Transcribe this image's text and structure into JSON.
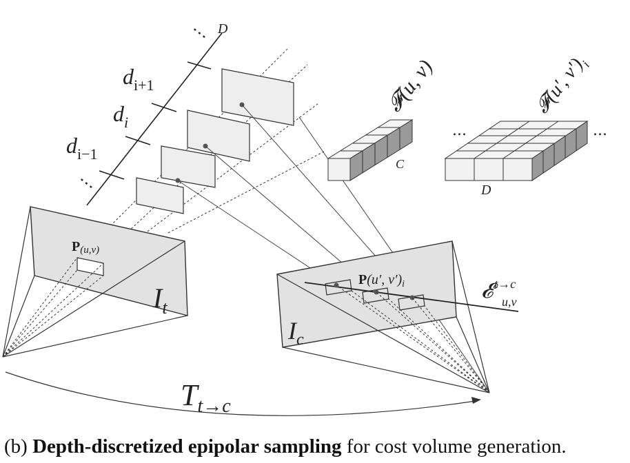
{
  "labels": {
    "dots_top": "⋮",
    "D_top": "D",
    "d_next": "d",
    "d_next_sub": "i+1",
    "d_i": "d",
    "d_i_sub": "i",
    "d_prev": "d",
    "d_prev_sub": "i−1",
    "dots_bottom": "⋮",
    "F_uv": "𝓕(u, v)",
    "F_uv_prime": "𝓕(u′, v′)",
    "F_uv_prime_sub": "i",
    "C_label": "C",
    "D_label": "D",
    "ellipsis_left": "...",
    "ellipsis_right": "...",
    "P_uv": "P",
    "P_uv_sub": "(u,v)",
    "I_t": "I",
    "I_t_sub": "t",
    "P_uv_prime": "P",
    "P_uv_prime_rest": "(u′, v′)",
    "P_uv_prime_sub": "i",
    "E_sym": "𝓔",
    "E_sup": "t→c",
    "E_sub": "u,v",
    "I_c": "I",
    "I_c_sub": "c",
    "T": "T",
    "T_sub": "t→c"
  },
  "caption": {
    "prefix": "(b) ",
    "bold": "Depth-discretized epipolar sampling",
    "rest": " for cost volume generation."
  }
}
